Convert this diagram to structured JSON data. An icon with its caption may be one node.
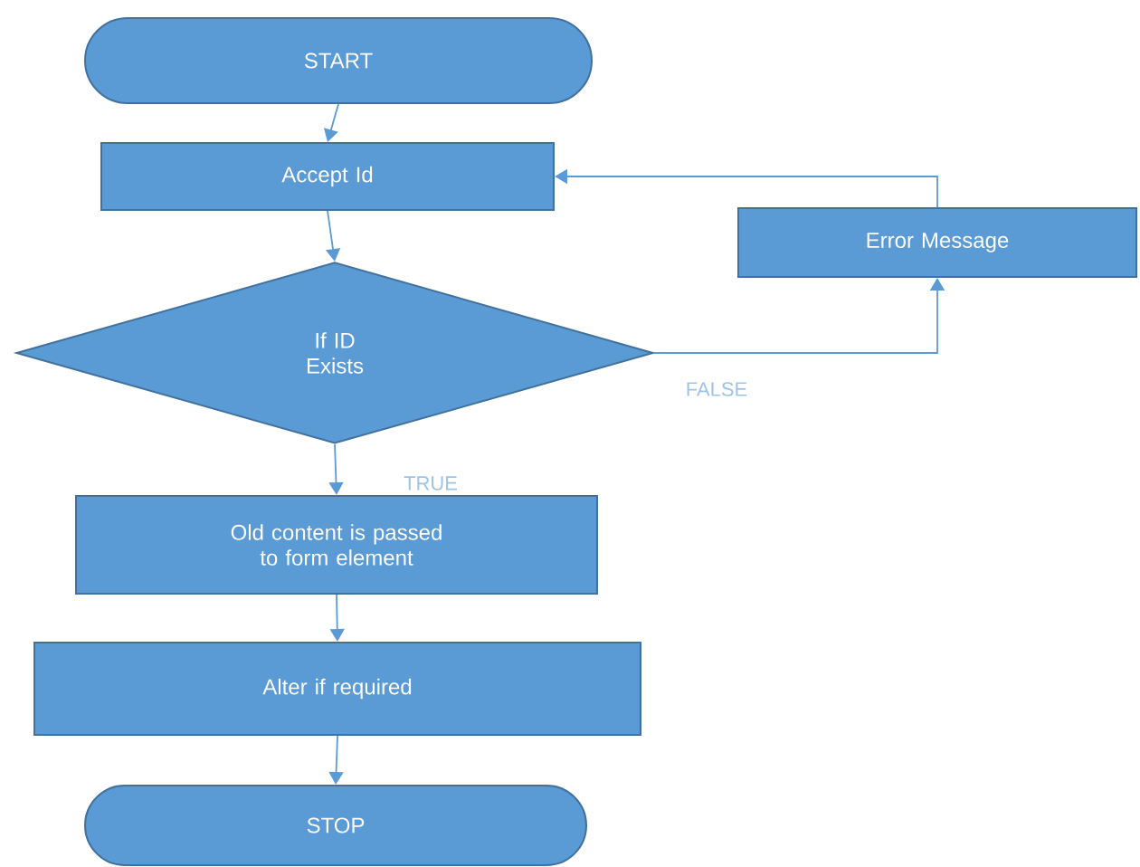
{
  "diagram": {
    "nodes": [
      {
        "text": [
          "START"
        ]
      },
      {
        "text": [
          "Accept Id"
        ]
      },
      {
        "text": [
          "If ID Exists"
        ]
      },
      {
        "text": [
          "Error Message"
        ]
      },
      {
        "text": [
          "Old content is passed to form element"
        ]
      },
      {
        "text": [
          "Alter if required"
        ]
      },
      {
        "text": [
          "STOP"
        ]
      }
    ],
    "edges": [
      {
        "from": 0,
        "to": 1,
        "arrow": "to"
      },
      {
        "from": 1,
        "to": 2,
        "arrow": "to"
      },
      {
        "from": 2,
        "to": 4,
        "arrow": "to",
        "label": "TRUE"
      },
      {
        "from": 4,
        "to": 5,
        "arrow": "to"
      },
      {
        "from": 5,
        "to": 6,
        "arrow": "to"
      },
      {
        "from": 2,
        "to": 3,
        "arrow": "to",
        "label": "FALSE"
      },
      {
        "from": 3,
        "to": 1,
        "arrow": "to"
      }
    ]
  }
}
